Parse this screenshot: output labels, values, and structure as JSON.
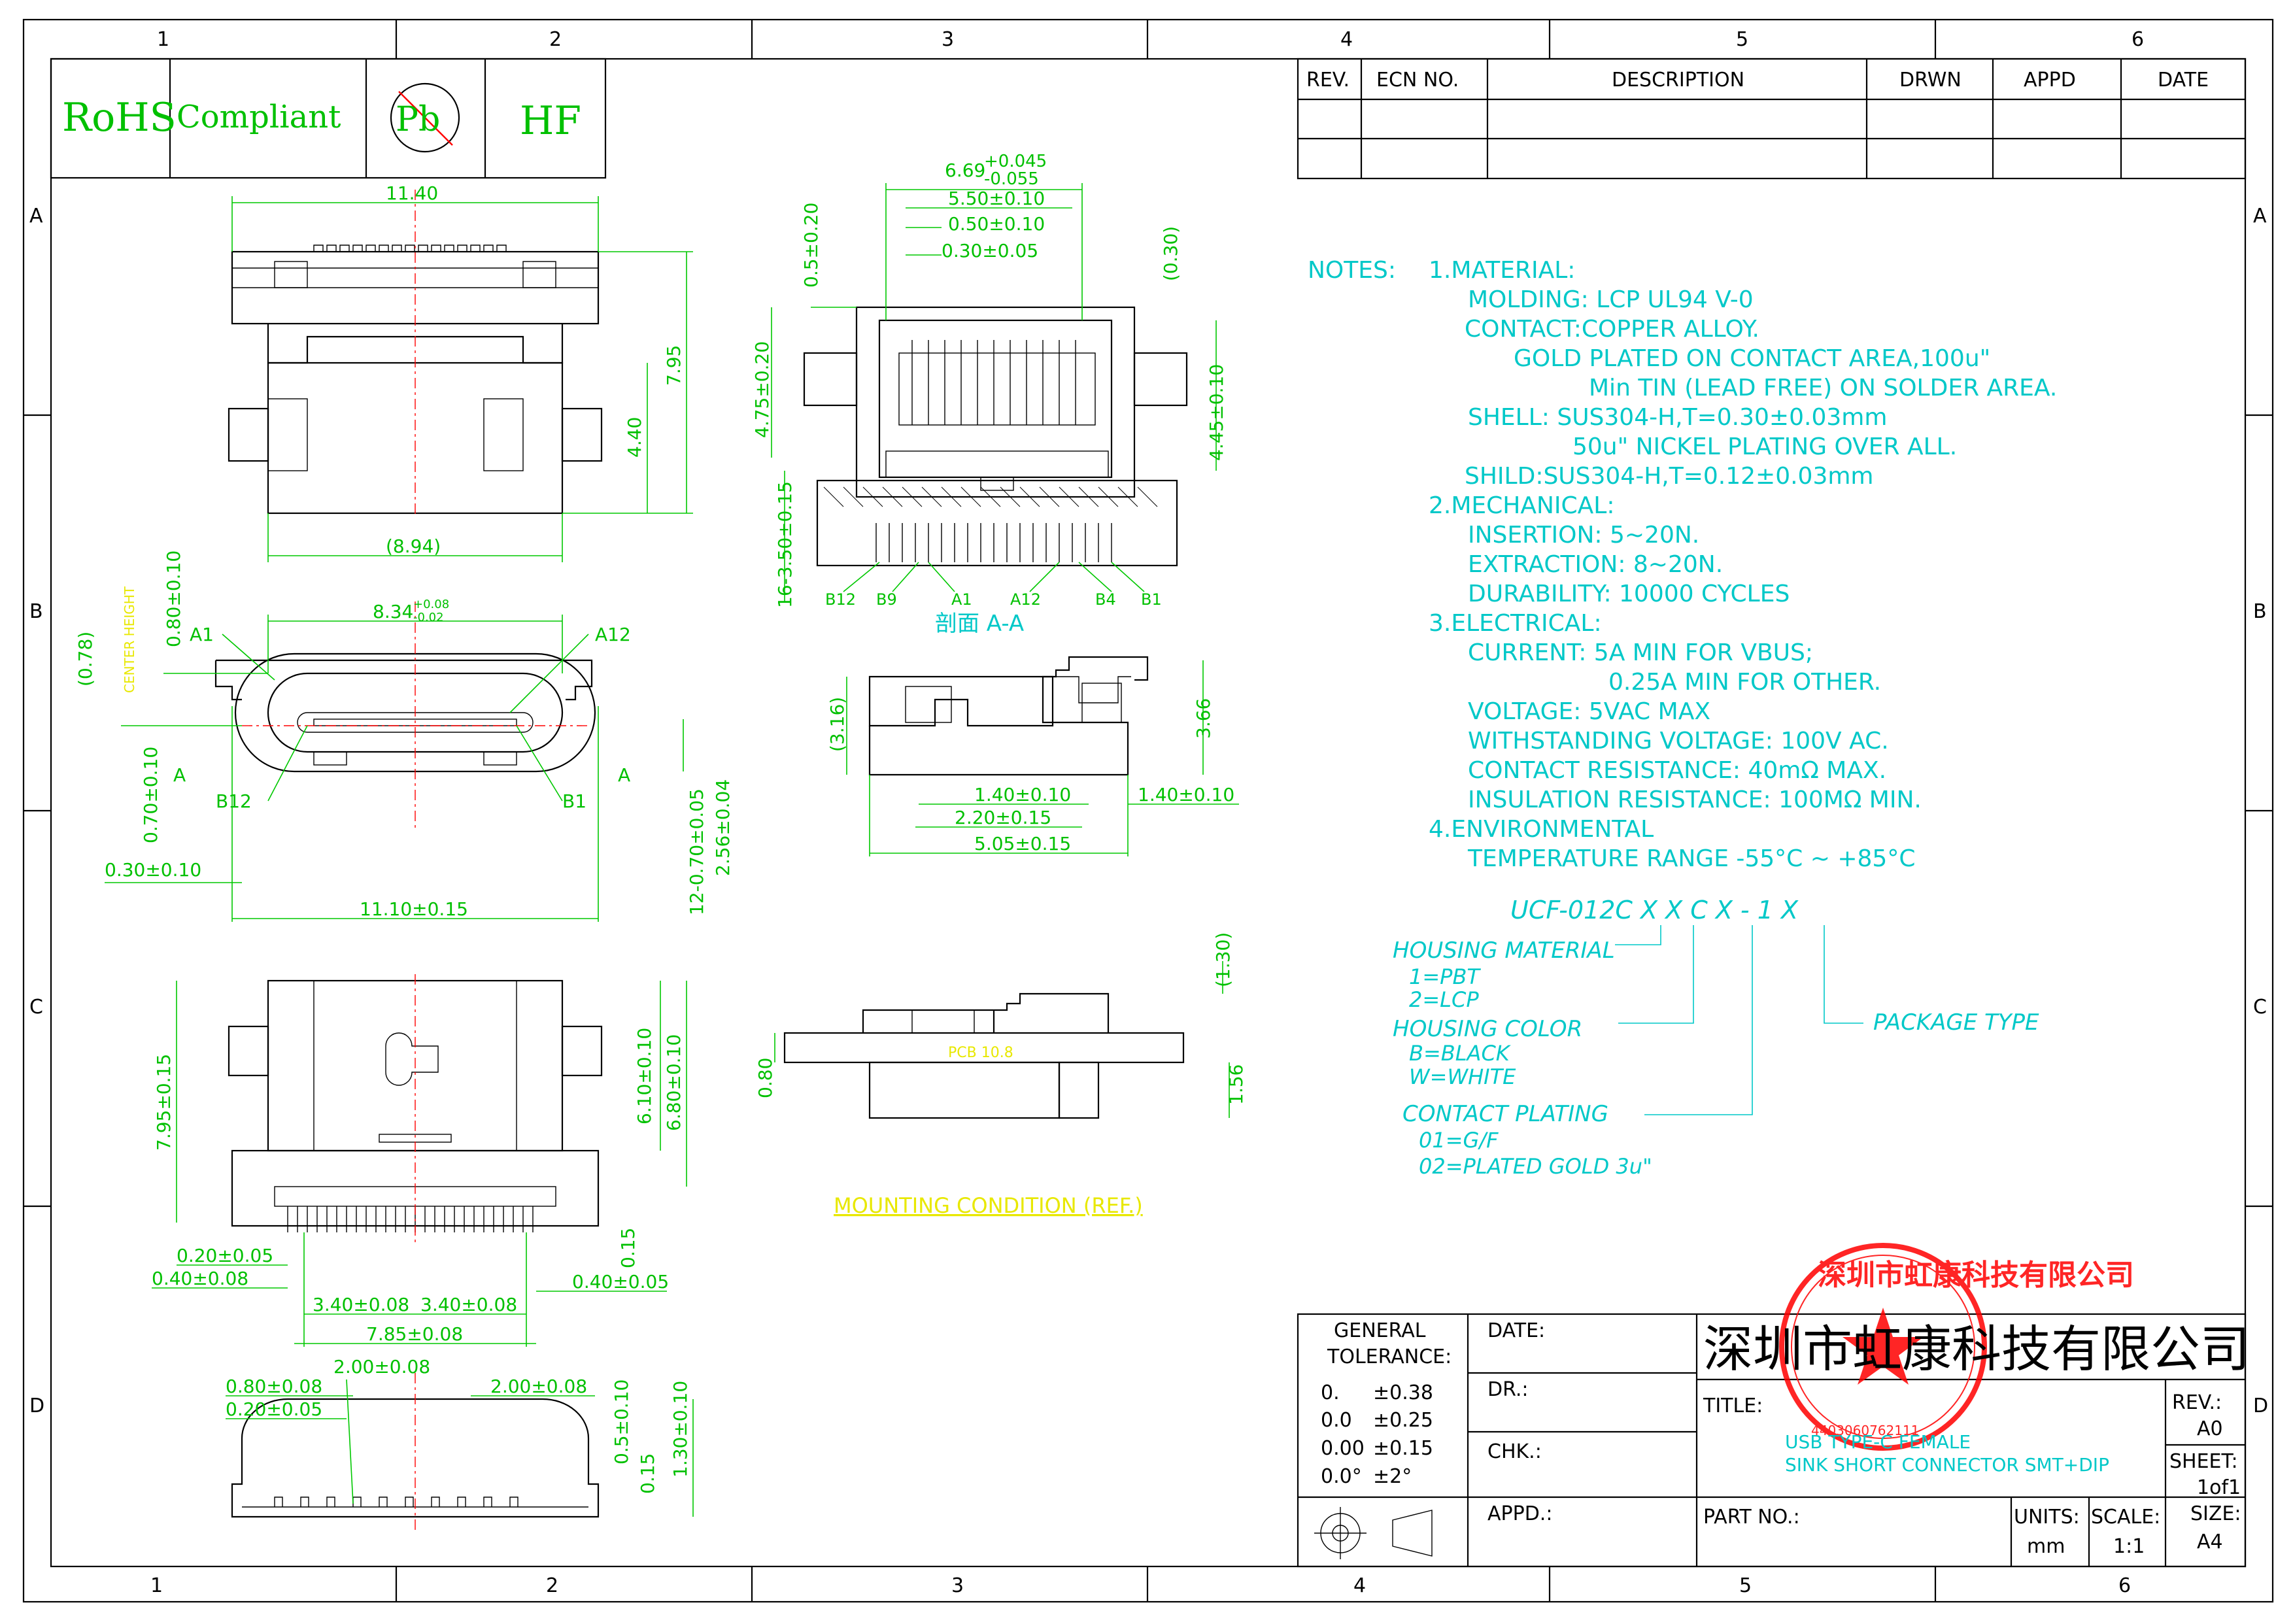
{
  "frame": {
    "zones_top": [
      "1",
      "2",
      "3",
      "4",
      "5",
      "6"
    ],
    "zones_bottom": [
      "1",
      "2",
      "3",
      "4",
      "5",
      "6"
    ],
    "zones_left": [
      "A",
      "B",
      "C",
      "D"
    ],
    "zones_right": [
      "A",
      "B",
      "C",
      "D"
    ]
  },
  "compliance": {
    "rohs": "RoHS",
    "compliant": "Compliant",
    "pb": "Pb",
    "hf": "HF"
  },
  "revision_table": {
    "rev": "REV.",
    "ecn": "ECN NO.",
    "description": "DESCRIPTION",
    "drwn": "DRWN",
    "appd": "APPD",
    "date": "DATE"
  },
  "notes": {
    "heading": "NOTES:",
    "lines": [
      "1.MATERIAL:",
      "MOLDING: LCP UL94 V-0",
      "CONTACT:COPPER ALLOY.",
      "GOLD PLATED  ON CONTACT AREA,100u\"",
      "Min TIN (LEAD FREE) ON SOLDER AREA.",
      "SHELL: SUS304-H,T=0.30±0.03mm",
      "50u\" NICKEL PLATING OVER ALL.",
      "SHILD:SUS304-H,T=0.12±0.03mm",
      "2.MECHANICAL:",
      "INSERTION: 5~20N.",
      "EXTRACTION: 8~20N.",
      "DURABILITY: 10000 CYCLES",
      "3.ELECTRICAL:",
      "CURRENT: 5A MIN FOR VBUS;",
      "0.25A MIN FOR OTHER.",
      "VOLTAGE: 5VAC MAX",
      "WITHSTANDING VOLTAGE: 100V AC.",
      "CONTACT RESISTANCE: 40mΩ MAX.",
      "INSULATION RESISTANCE: 100MΩ MIN.",
      "4.ENVIRONMENTAL",
      "TEMPERATURE RANGE -55°C ~ +85°C"
    ]
  },
  "part_code": {
    "code": "UCF-012C X X C X - 1 X",
    "housing_material": "HOUSING MATERIAL",
    "hm_opts": [
      "1=PBT",
      "2=LCP"
    ],
    "housing_color": "HOUSING COLOR",
    "hc_opts": [
      "B=BLACK",
      "W=WHITE"
    ],
    "contact_plating": "CONTACT PLATING",
    "cp_opts": [
      "01=G/F",
      "02=PLATED GOLD 3u\""
    ],
    "package_type": "PACKAGE TYPE"
  },
  "dims": {
    "top_width": "11.40",
    "top_h1": "7.95",
    "top_h2": "4.40",
    "top_w2": "(8.94)",
    "front_w": "8.34",
    "front_w_tol_up": "+0.08",
    "front_w_tol_dn": "-0.02",
    "a1": "A1",
    "a12": "A12",
    "b12": "B12",
    "b1": "B1",
    "center_h": "(0.78)",
    "center_label": "CENTER HEIGHT",
    "d080": "0.80±0.10",
    "d070": "0.70±0.10",
    "d030": "0.30±0.10",
    "d1110": "11.10±0.15",
    "d12_070": "12-0.70±0.05",
    "d256": "2.56±0.04",
    "sec_a": "A",
    "sec_669": "6.69",
    "sec_669_up": "+0.045",
    "sec_669_dn": "-0.055",
    "sec_550": "5.50±0.10",
    "sec_050": "0.50±0.10",
    "sec_030": "0.30±0.05",
    "sec_05_020": "0.5±0.20",
    "sec_030p": "(0.30)",
    "sec_475": "4.75±0.20",
    "sec_445": "4.45±0.10",
    "sec_350": "16-3.50±0.15",
    "pin_b12": "B12",
    "pin_b9": "B9",
    "pin_a1": "A1",
    "pin_a12": "A12",
    "pin_b4": "B4",
    "pin_b1": "B1",
    "section_title": "剖面 A-A",
    "side_316": "(3.16)",
    "side_366": "3.66",
    "side_140a": "1.40±0.10",
    "side_140b": "1.40±0.10",
    "side_220": "2.20±0.15",
    "side_505": "5.05±0.15",
    "bot_795": "7.95±0.15",
    "bot_610": "6.10±0.10",
    "bot_680": "6.80±0.10",
    "bot_015": "0.15",
    "bot_020": "0.20±0.05",
    "bot_040a": "0.40±0.08",
    "bot_040b": "0.40±0.05",
    "bot_340a": "3.40±0.08",
    "bot_340b": "3.40±0.08",
    "bot_785": "7.85±0.08",
    "rear_080": "0.80±0.08",
    "rear_020": "0.20±0.05",
    "rear_200a": "2.00±0.08",
    "rear_200b": "2.00±0.08",
    "rear_05": "0.5±0.10",
    "rear_015": "0.15",
    "rear_130": "1.30±0.10",
    "mount_130": "(1.30)",
    "mount_080": "0.80",
    "mount_156": "1.56",
    "pcb": "PCB 10.8",
    "mounting": "MOUNTING CONDITION (REF.)"
  },
  "title_block": {
    "general": "GENERAL",
    "tolerance": "TOLERANCE:",
    "tol_rows": [
      [
        "0.",
        "±0.38"
      ],
      [
        "0.0",
        "±0.25"
      ],
      [
        "0.00",
        "±0.15"
      ],
      [
        "0.0°",
        "±2°"
      ]
    ],
    "date": "DATE:",
    "dr": "DR.:",
    "chk": "CHK.:",
    "appd": "APPD.:",
    "company": "深圳市虹康科技有限公司",
    "title_label": "TITLE:",
    "title_1": "USB TYPE-C FEMALE",
    "title_2": "SINK SHORT CONNECTOR SMT+DIP",
    "rev_label": "REV.:",
    "rev_value": "A0",
    "sheet_label": "SHEET:",
    "sheet_value": "1of1",
    "part_no": "PART NO.:",
    "units_label": "UNITS:",
    "units_value": "mm",
    "scale_label": "SCALE:",
    "scale_value": "1:1",
    "size_label": "SIZE:",
    "size_value": "A4",
    "stamp_text": "深圳市虹康科技有限公司",
    "stamp_number": "4403060762111"
  },
  "colors": {
    "line": "#000000",
    "dimension": "#00c800",
    "notes": "#00c8c8",
    "center": "#ff0000",
    "accent": "#e8e800"
  }
}
